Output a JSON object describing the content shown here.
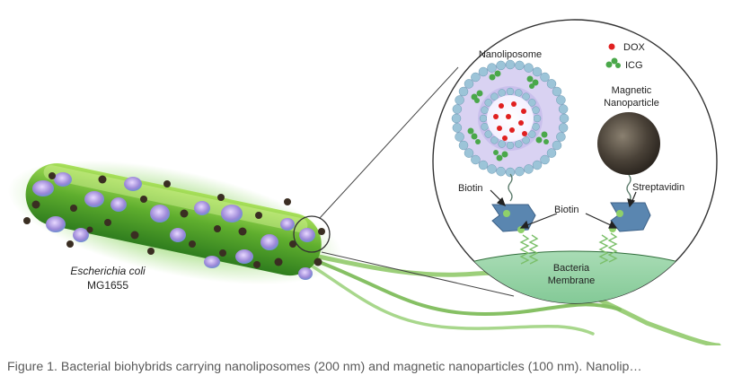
{
  "figure": {
    "bacterium": {
      "name": "Escherichia coli",
      "strain": "MG1655"
    },
    "labels": {
      "nanoliposome": "Nanoliposome",
      "magnetic_line1": "Magnetic",
      "magnetic_line2": "Nanoparticle",
      "biotin_left": "Biotin",
      "biotin_center": "Biotin",
      "streptavidin": "Streptavidin",
      "membrane_line1": "Bacteria",
      "membrane_line2": "Membrane"
    },
    "legend": [
      {
        "label": "DOX",
        "icon": "red-dot-icon",
        "color": "#e02020"
      },
      {
        "label": "ICG",
        "icon": "green-beads-icon",
        "color": "#4aa84a"
      }
    ],
    "colors": {
      "bacterium_green": "#6fbf3a",
      "membrane": "#8fd0a0",
      "lipid_head": "#9cc4d8",
      "magnetic_particle": "#4a4238",
      "streptavidin": "#5a86b0"
    }
  },
  "caption": "Figure 1. Bacterial biohybrids carrying nanoliposomes (200 nm) and magnetic nanoparticles (100 nm). Nanolip…"
}
